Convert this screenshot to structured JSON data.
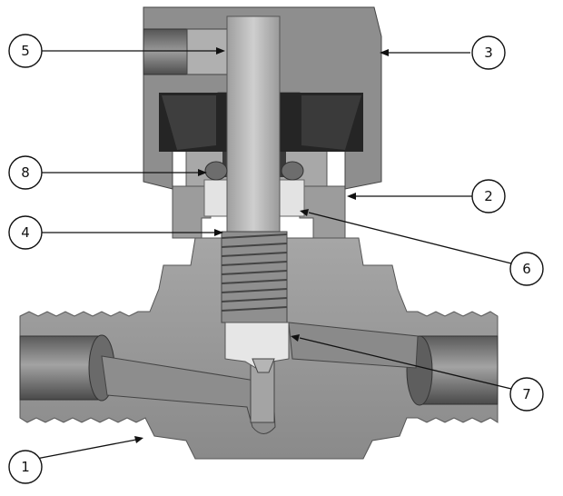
{
  "diagram": {
    "callouts": [
      {
        "id": "c1",
        "label": "1"
      },
      {
        "id": "c2",
        "label": "2"
      },
      {
        "id": "c3",
        "label": "3"
      },
      {
        "id": "c4",
        "label": "4"
      },
      {
        "id": "c5",
        "label": "5"
      },
      {
        "id": "c6",
        "label": "6"
      },
      {
        "id": "c7",
        "label": "7"
      },
      {
        "id": "c8",
        "label": "8"
      }
    ],
    "colors": {
      "body": "#9a9a9a",
      "body_dark": "#6f6f6f",
      "cap": "#8e8e8e",
      "cavity": "#262626",
      "stem": "#b9b9b9",
      "bore": "#7a7a7a",
      "packing": "#e4e4e4",
      "callout_stroke": "#111111"
    }
  }
}
